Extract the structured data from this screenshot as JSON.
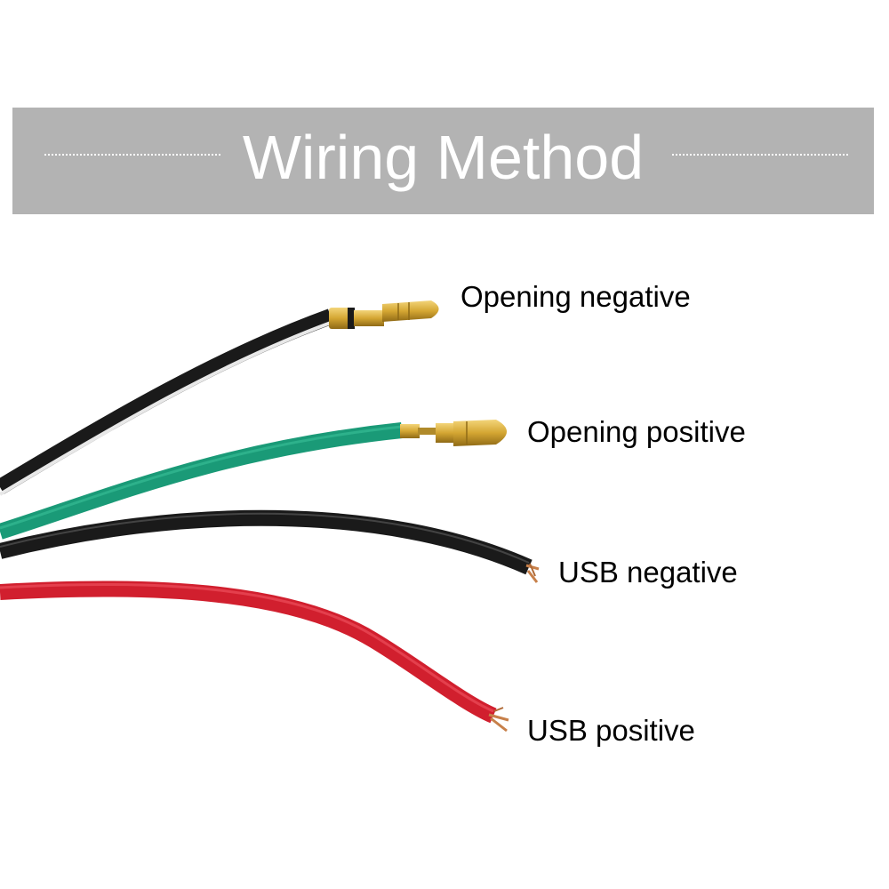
{
  "title": "Wiring Method",
  "labels": {
    "opening_negative": "Opening negative",
    "opening_positive": "Opening positive",
    "usb_negative": "USB negative",
    "usb_positive": "USB positive"
  },
  "colors": {
    "banner": "#b3b3b3",
    "wire_black": "#1a1a1a",
    "wire_green": "#1a9a77",
    "wire_red": "#d11f2e",
    "terminal_gold": "#d4a632",
    "copper": "#c7804a"
  }
}
